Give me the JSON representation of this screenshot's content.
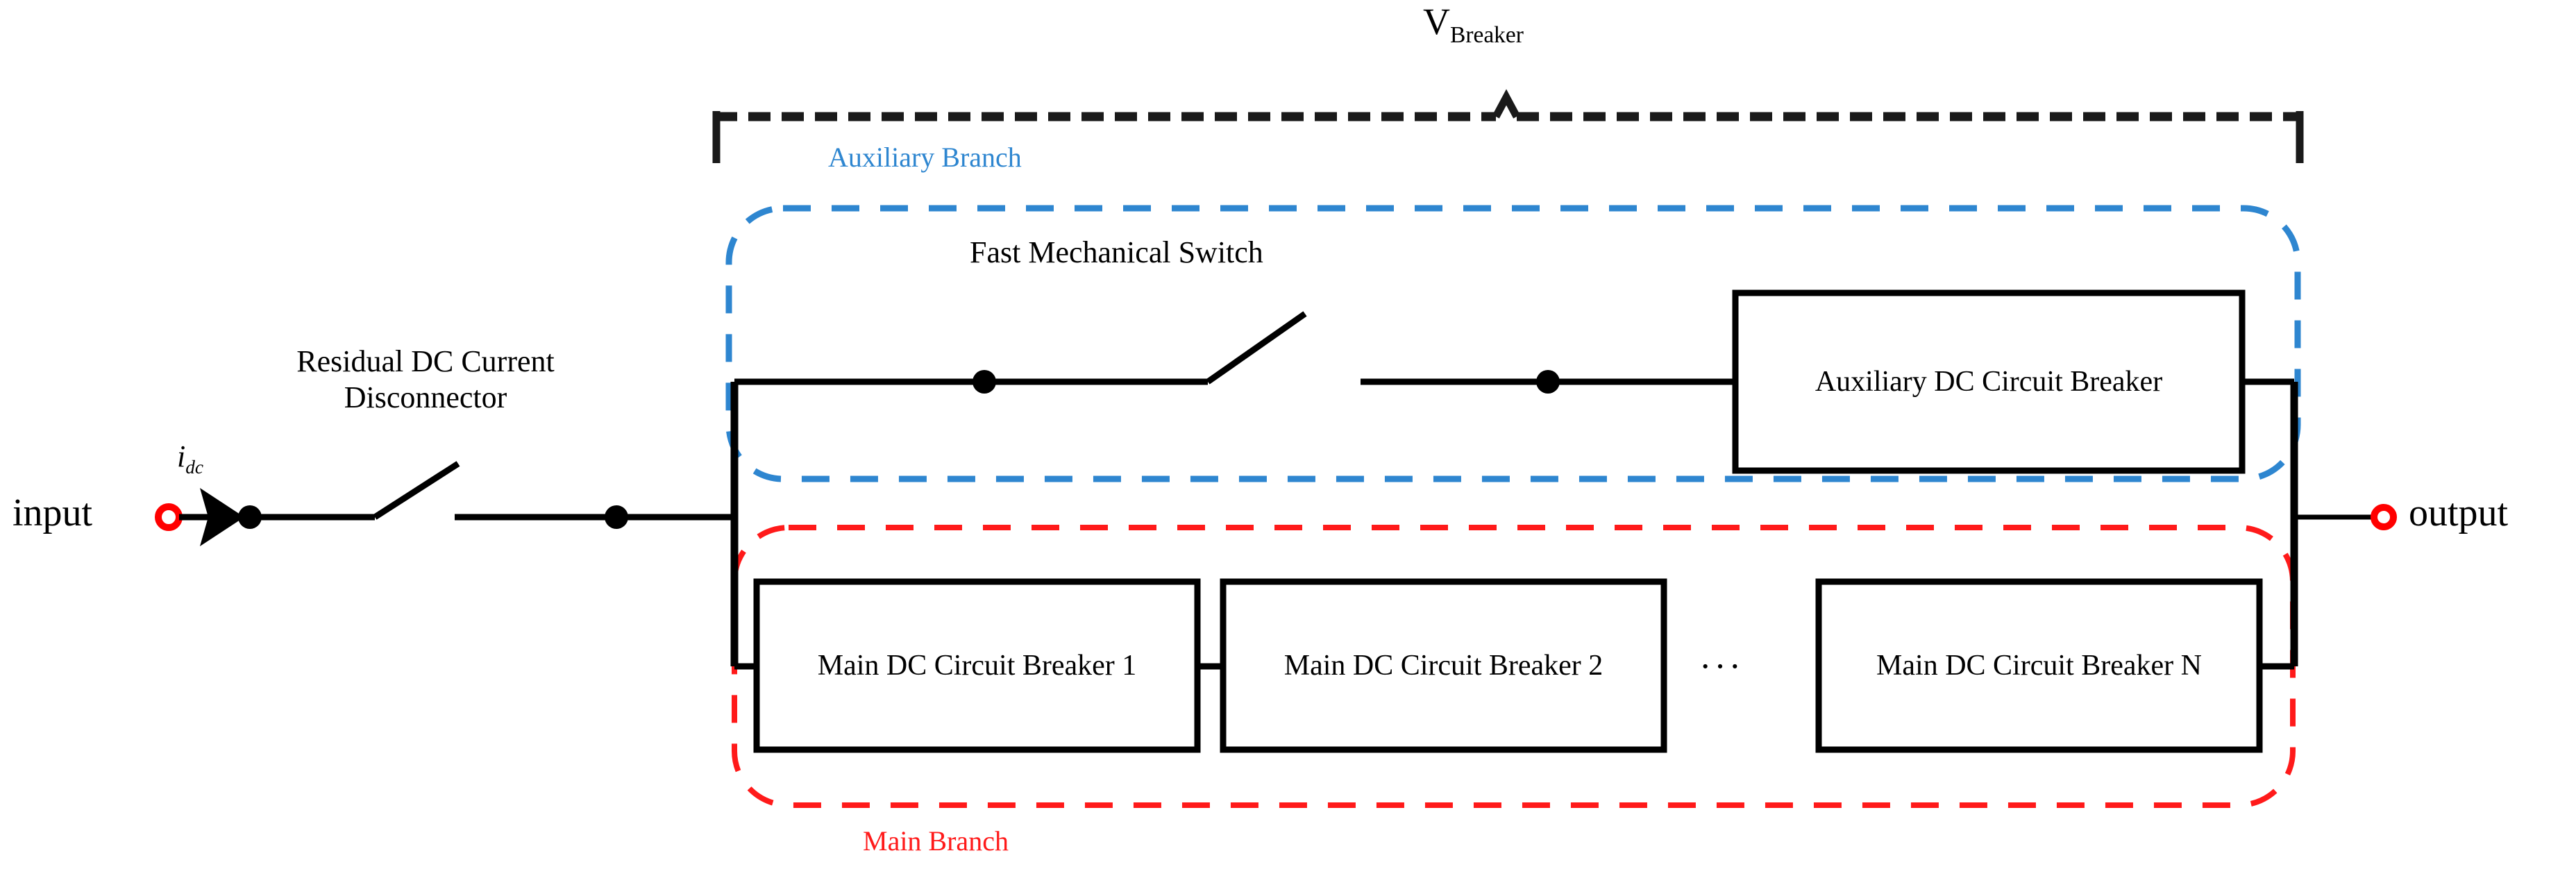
{
  "diagram": {
    "title_symbol": "V",
    "title_subscript": "Breaker",
    "colors": {
      "auxiliary_branch": "#2E86D0",
      "main_branch": "#FF1A1A",
      "wire": "#000000",
      "terminal": "#FF0000",
      "background": "#FFFFFF"
    }
  },
  "terminals": {
    "input_label": "input",
    "output_label": "output",
    "current_symbol": "i",
    "current_subscript": "dc"
  },
  "components": {
    "disconnector_line1": "Residual DC Current",
    "disconnector_line2": "Disconnector",
    "fast_mechanical_switch": "Fast Mechanical Switch",
    "auxiliary_breaker": "Auxiliary DC Circuit Breaker",
    "ellipsis": "···"
  },
  "branches": {
    "auxiliary_label": "Auxiliary Branch",
    "main_label": "Main Branch"
  },
  "main_breakers": [
    {
      "label": "Main DC Circuit Breaker 1"
    },
    {
      "label": "Main DC Circuit Breaker 2"
    },
    {
      "label": "Main DC Circuit Breaker N"
    }
  ]
}
